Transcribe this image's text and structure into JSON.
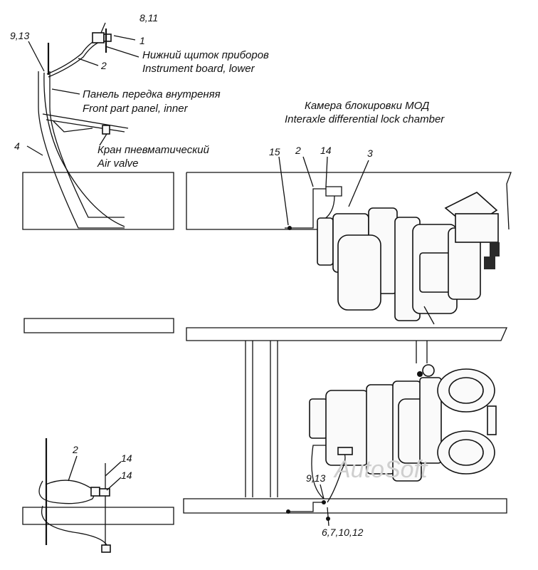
{
  "labels": {
    "top_8_11": "8,11",
    "top_9_13": "9,13",
    "top_1": "1",
    "top_2": "2",
    "top_4": "4",
    "mid_15": "15",
    "mid_2": "2",
    "mid_14": "14",
    "mid_3": "3",
    "bot_2": "2",
    "bot_14a": "14",
    "bot_14b": "14",
    "bot_9_13": "9,13",
    "bot_6_7_10_12": "6,7,10,12"
  },
  "captions": {
    "instrument_ru": "Нижний щиток приборов",
    "instrument_en": "Instrument board, lower",
    "panel_ru": "Панель передка внутреняя",
    "panel_en": "Front part panel, inner",
    "valve_ru": "Кран пневматический",
    "valve_en": "Air valve",
    "chamber_ru": "Камера блокировки МОД",
    "chamber_en": "Interaxle differential lock chamber"
  },
  "watermark": "AutoSoft"
}
